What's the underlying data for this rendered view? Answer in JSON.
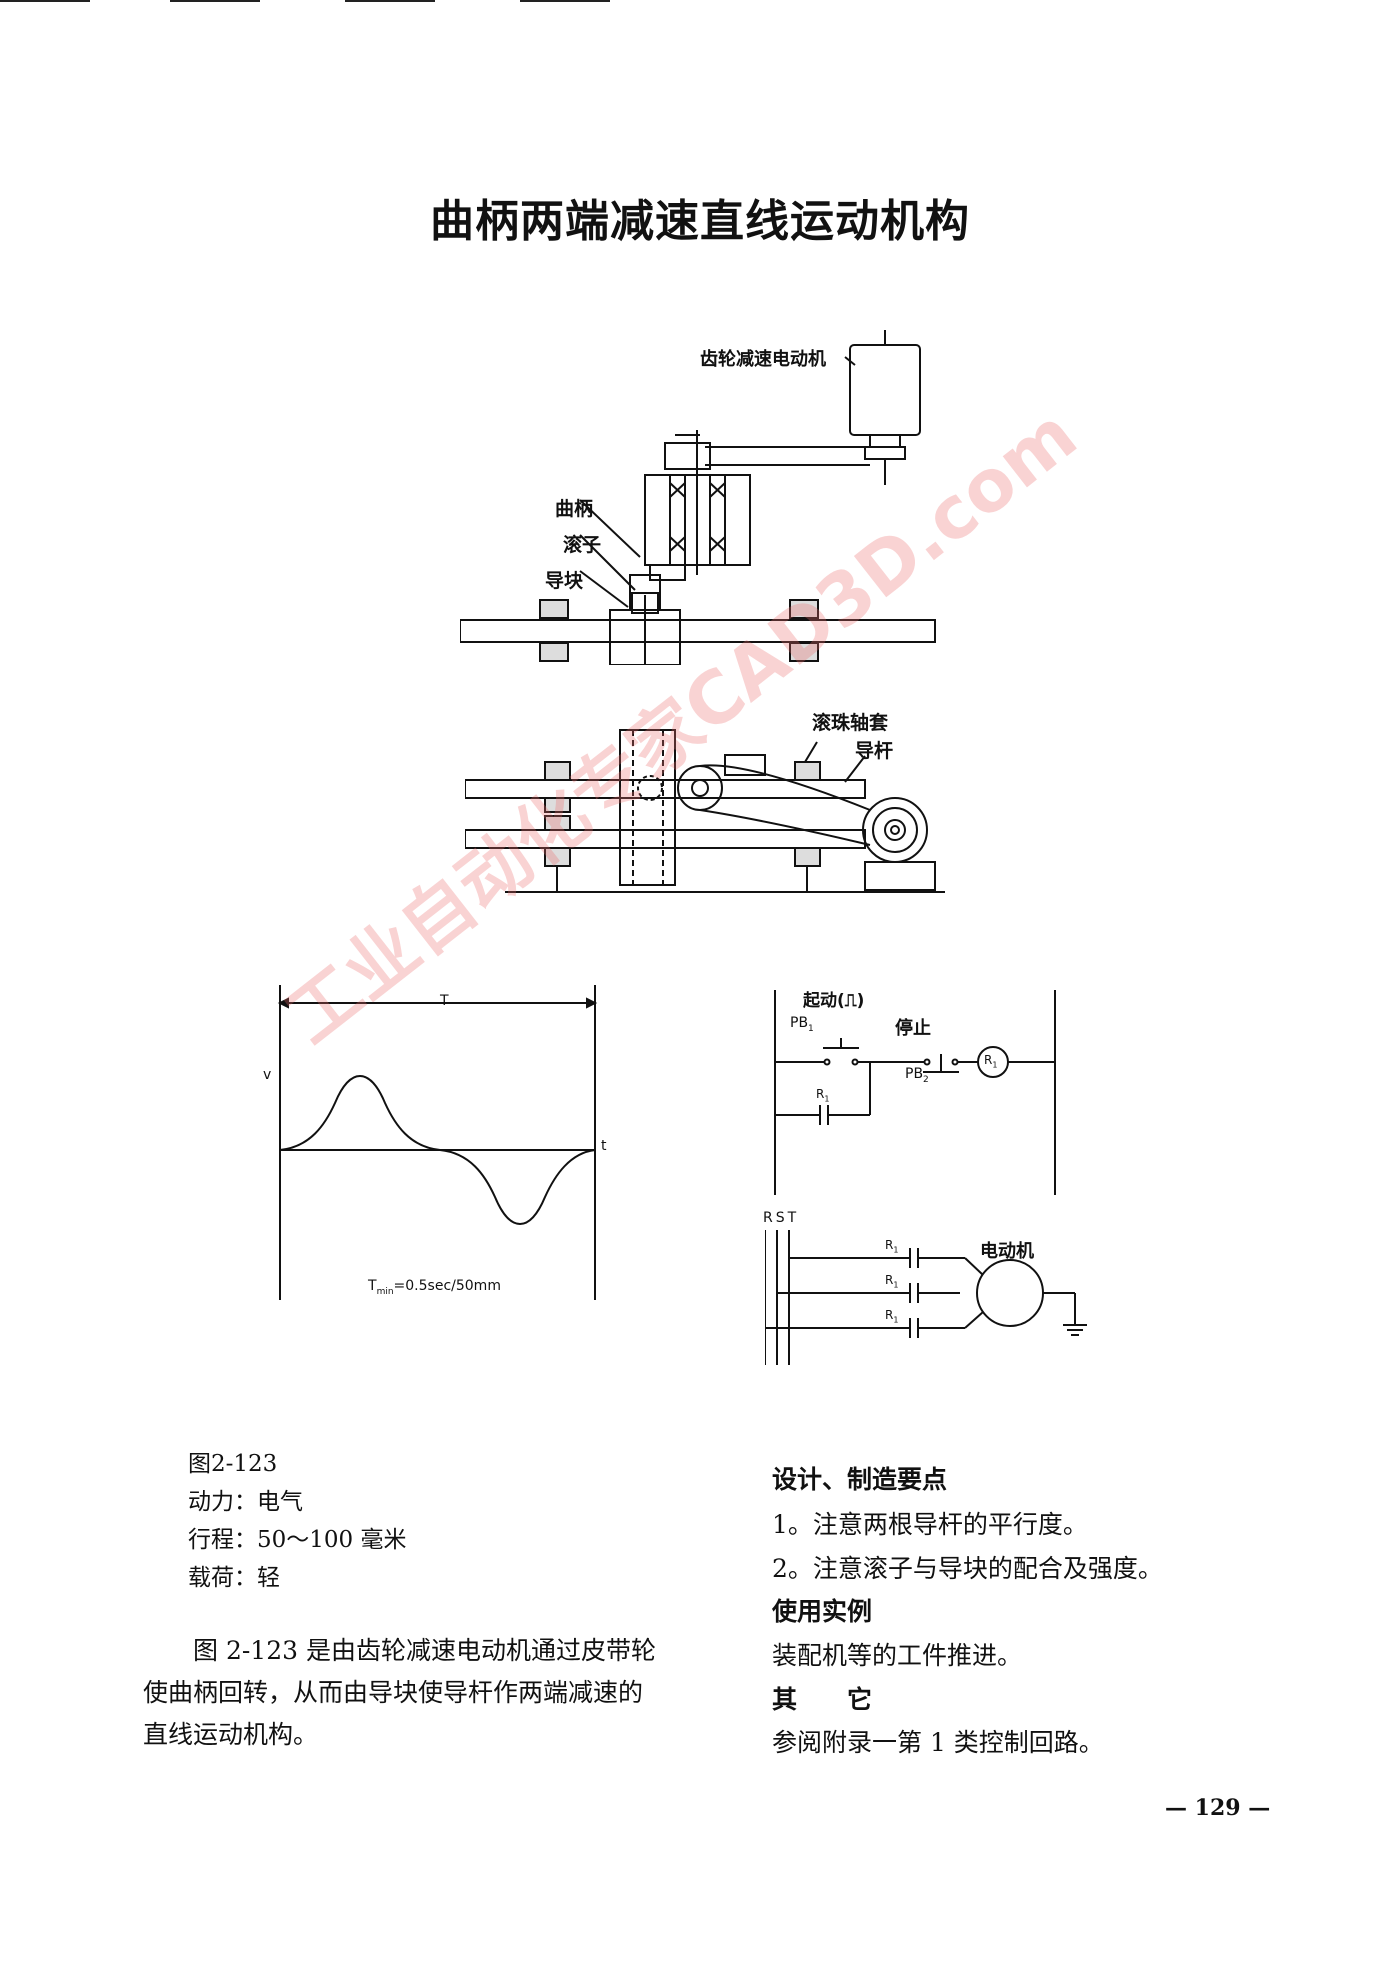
{
  "page": {
    "title": "曲柄两端减速直线运动机构",
    "page_number": "— 129 —",
    "watermark": "工业自动化专家CAD3D.com"
  },
  "mechanism_labels": {
    "motor": "齿轮减速电动机",
    "crank": "曲柄",
    "roller": "滚子",
    "guide_block": "导块",
    "ball_bushing": "滚珠轴套",
    "guide_rod": "导杆"
  },
  "velocity_graph": {
    "period_label": "T",
    "y_axis_label": "v",
    "x_axis_label": "t",
    "formula_prefix": "T",
    "formula_sub": "min",
    "formula_rest": "=0.5sec/50mm"
  },
  "circuit": {
    "start_label": "起动(⎍)",
    "pb1": "PB",
    "pb1_sub": "1",
    "stop_label": "停止",
    "pb2": "PB",
    "pb2_sub": "2",
    "relay": "R",
    "relay_sub": "1",
    "rst": "RST",
    "motor": "电动机"
  },
  "specs": {
    "figure": "图2-123",
    "power": "动力：电气",
    "stroke": "行程：50～100 毫米",
    "load": "载荷：轻"
  },
  "description": {
    "line1": "图 2-123 是由齿轮减速电动机通过皮带轮",
    "line2": "使曲柄回转，从而由导块使导杆作两端减速的",
    "line3": "直线运动机构。"
  },
  "design_notes": {
    "heading": "设计、制造要点",
    "item1": "1。注意两根导杆的平行度。",
    "item2": "2。注意滚子与导块的配合及强度。",
    "usage_heading": "使用实例",
    "usage_text": "装配机等的工件推进。",
    "other_heading": "其　　它",
    "other_text": "参阅附录一第 1 类控制回路。"
  }
}
